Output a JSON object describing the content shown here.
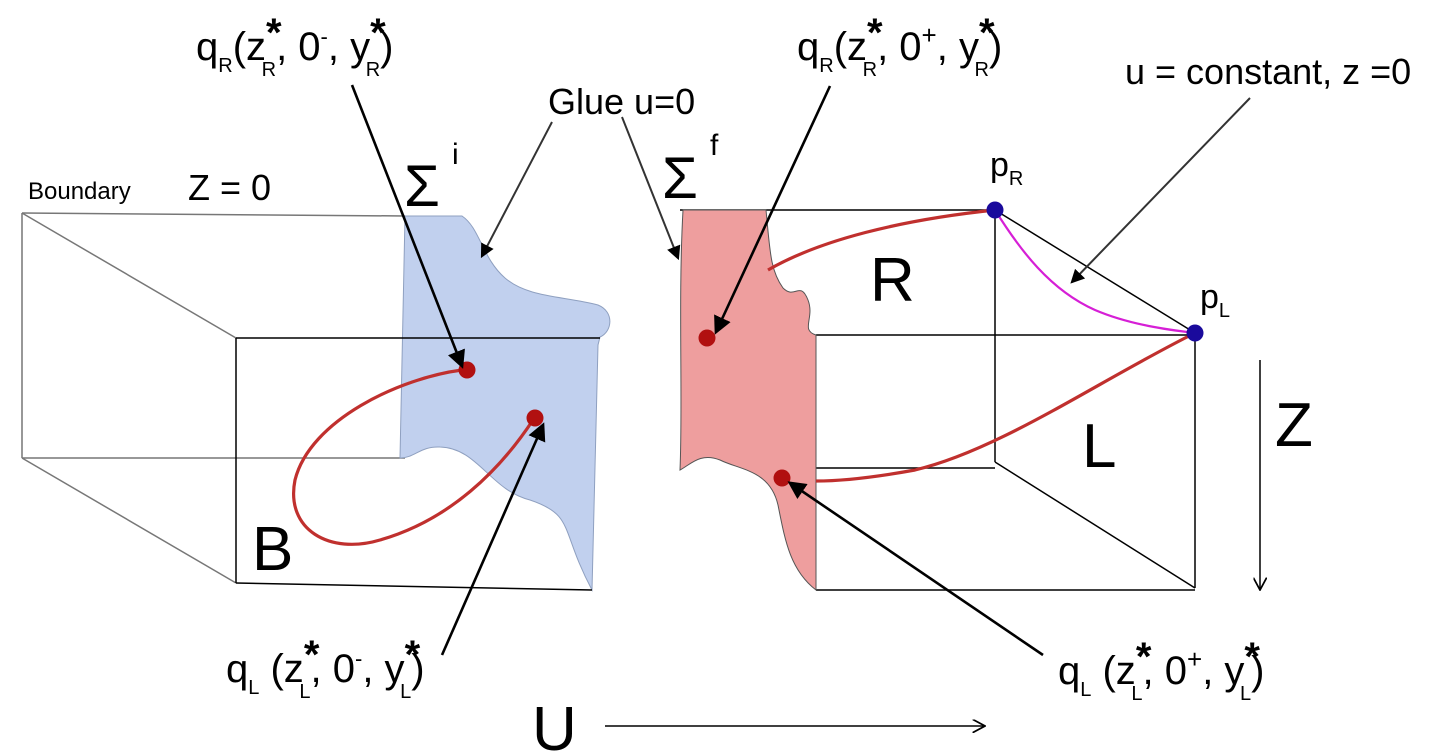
{
  "labels": {
    "boundary": "Boundary",
    "z_equals_0": "Z = 0",
    "glue": "Glue u=0",
    "sigma_i": "Σ",
    "sigma_i_sup": "i",
    "sigma_f": "Σ",
    "sigma_f_sup": "f",
    "u_constant": "u = constant, z =0",
    "region_B": "B",
    "region_R": "R",
    "region_L": "L",
    "axis_Z": "Z",
    "axis_U": "U",
    "p_R": "p",
    "p_R_sub": "R",
    "p_L": "p",
    "p_L_sub": "L"
  },
  "formulas": {
    "qR_minus": {
      "q": "q",
      "qsub": "R",
      "open": "(z",
      "star": "*",
      "zsub": "R",
      "mid": ", 0",
      "sign": "-",
      "ypart": ", y",
      "ysub": "R",
      "close": ")"
    },
    "qR_plus": {
      "q": "q",
      "qsub": "R",
      "open": "(z",
      "star": "*",
      "zsub": "R",
      "mid": ", 0",
      "sign": "+",
      "ypart": ", y",
      "ysub": "R",
      "close": ")"
    },
    "qL_minus": {
      "q": "q",
      "qsub": "L",
      "open": " (z",
      "star": "*",
      "zsub": "L",
      "mid": ", 0",
      "sign": "-",
      "ypart": ", y",
      "ysub": "L",
      "close": ")"
    },
    "qL_plus": {
      "q": "q",
      "qsub": "L",
      "open": " (z",
      "star": "*",
      "zsub": "L",
      "mid": ", 0",
      "sign": "+",
      "ypart": ", y",
      "ysub": "L",
      "close": ")"
    }
  },
  "colors": {
    "sigma_i_fill": "#c1d0ee",
    "sigma_f_fill": "#ee9e9e",
    "red_curve": "#c0302e",
    "point_red": "#b11010",
    "point_blue": "#1a0a9c",
    "magenta_curve": "#d61fd6"
  }
}
